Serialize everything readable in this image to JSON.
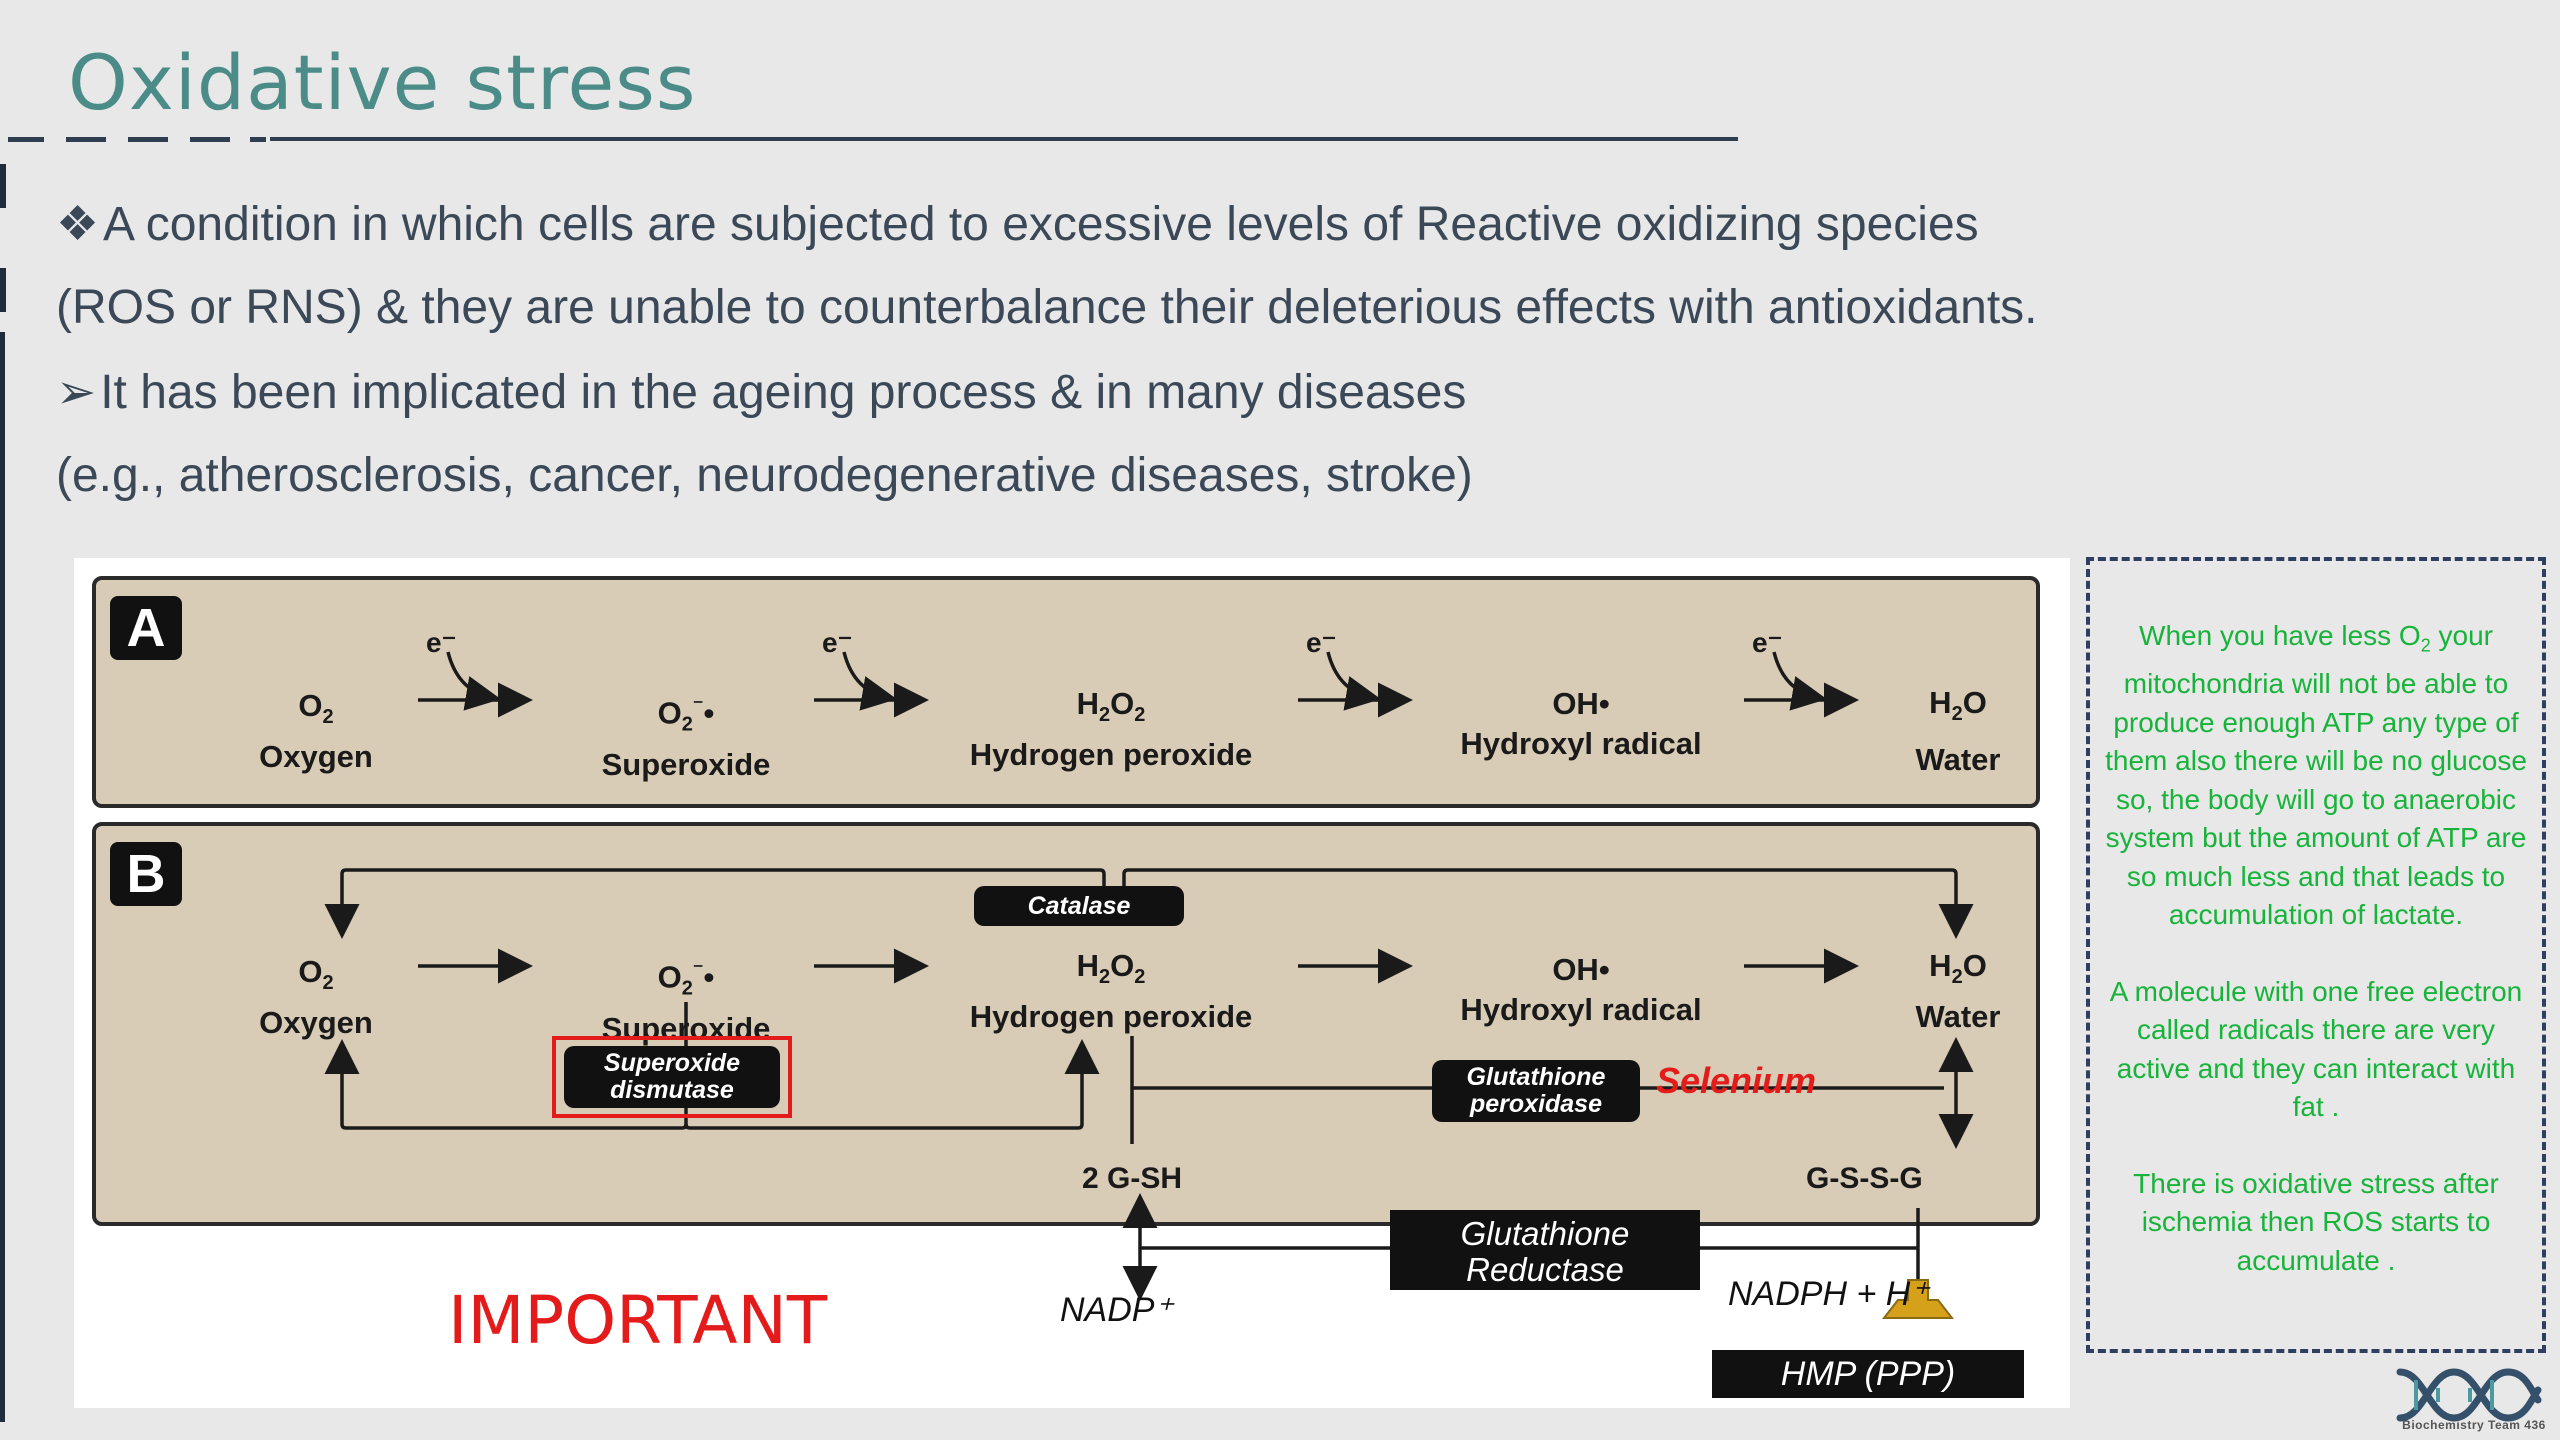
{
  "title": "Oxidative stress",
  "bullets": {
    "line1": "A condition in which cells are subjected to excessive levels of Reactive oxidizing species",
    "line2": "(ROS or RNS) & they are unable to counterbalance their deleterious effects with antioxidants.",
    "line3": "It has been implicated in the ageing process & in many diseases",
    "line4": "(e.g., atherosclerosis, cancer, neurodegenerative diseases, stroke)",
    "symbol1": "❖",
    "symbol3": "➢"
  },
  "figure": {
    "panelA_label": "A",
    "panelB_label": "B",
    "electron": "e⁻",
    "species": {
      "oxygen_name": "Oxygen",
      "superoxide_name": "Superoxide",
      "h2o2_name": "Hydrogen peroxide",
      "hydroxyl_name": "Hydroxyl radical",
      "water_name": "Water"
    },
    "catalase": "Catalase",
    "sod_line1": "Superoxide",
    "sod_line2": "dismutase",
    "gpx_line1": "Glutathione",
    "gpx_line2": "peroxidase",
    "selenium": "Selenium",
    "gsh": "2 G-SH",
    "gssg": "G-S-S-G",
    "gr_line1": "Glutathione",
    "gr_line2": "Reductase",
    "nadp": "NADP⁺",
    "nadph": "NADPH + H⁺",
    "hmp": "HMP (PPP)",
    "important": "IMPORTANT"
  },
  "note": {
    "p1_a": "When you have less O",
    "p1_sub": "2",
    "p1_b": " your mitochondria will not be able to produce enough ATP any type of them also there will be no glucose so, the body will go to anaerobic system but the amount of ATP are so much less and that leads to accumulation of lactate.",
    "p2": "A molecule with one free electron called radicals there are very active and they can interact with fat .",
    "p3": "There is oxidative stress after ischemia then ROS starts to accumulate ."
  },
  "logo_text": "Biochemistry Team 436",
  "colors": {
    "title": "#4b8c88",
    "note_text": "#17b33a",
    "important": "#e31b1b",
    "panel_fill": "#d9ccb6"
  }
}
